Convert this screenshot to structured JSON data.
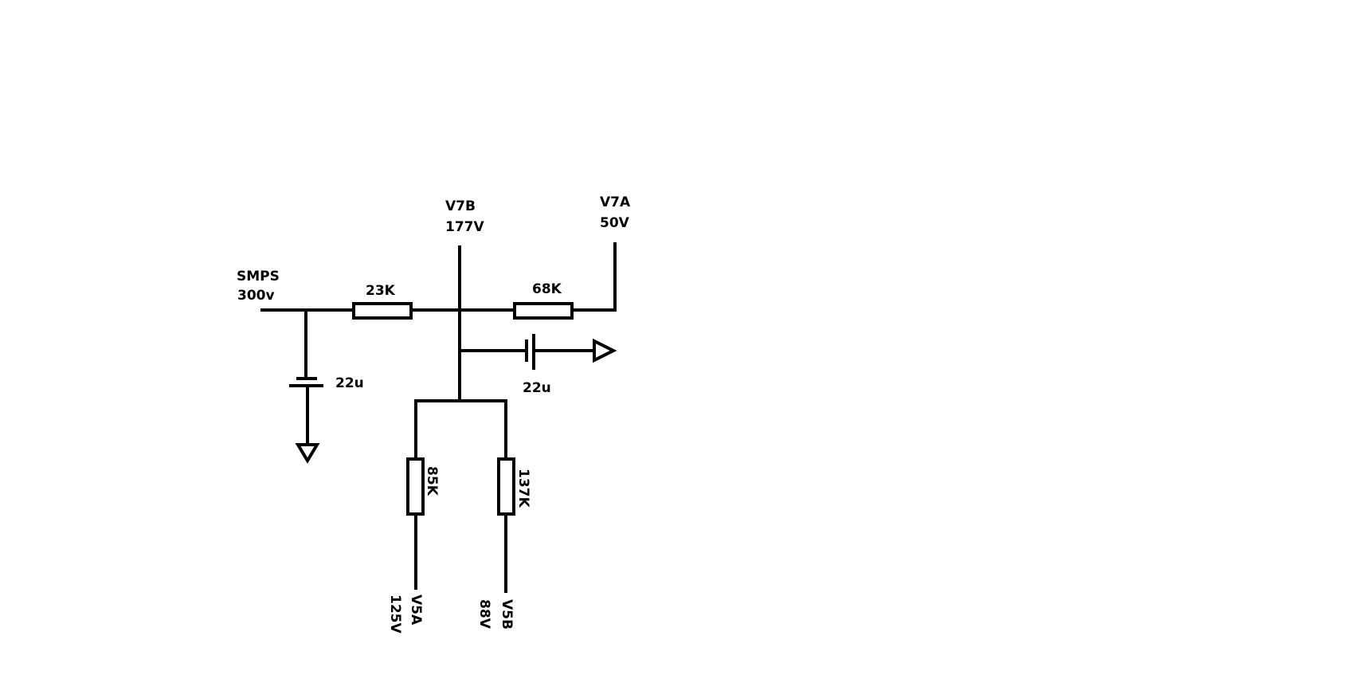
{
  "labels": {
    "smps_name": "SMPS",
    "smps_voltage": "300v",
    "r1_value": "23K",
    "r2_value": "68K",
    "v7b_name": "V7B",
    "v7b_voltage": "177V",
    "v7a_name": "V7A",
    "v7a_voltage": "50V",
    "c1_value": "22u",
    "c2_value": "22u",
    "r3_value": "85K",
    "r4_value": "137K",
    "v5a_name": "V5A",
    "v5a_voltage": "125V",
    "v5b_name": "V5B",
    "v5b_voltage": "88V"
  }
}
